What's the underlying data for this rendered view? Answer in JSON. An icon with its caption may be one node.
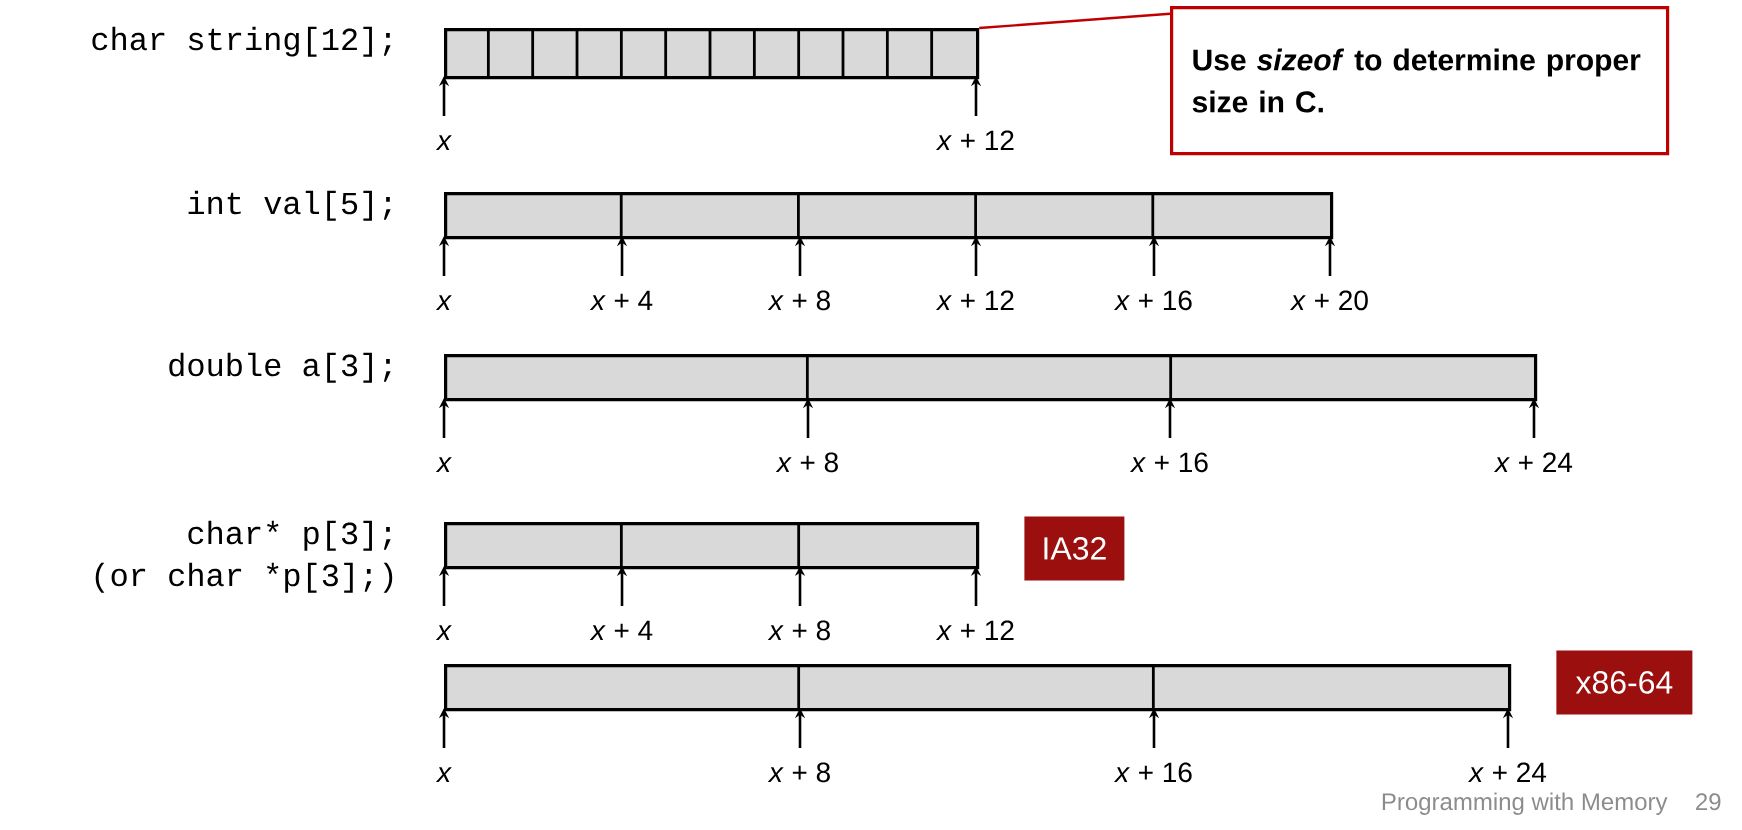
{
  "diagram": {
    "nodes": [
      {
        "text": [],
        "shape": "bar",
        "beside": [
          "char string[12];"
        ]
      },
      {
        "text": [
          "Use *sizeof* to determine proper size in C."
        ]
      },
      {
        "text": [],
        "shape": "bar",
        "beside": [
          "int val[5];"
        ]
      },
      {
        "text": [],
        "shape": "bar",
        "beside": [
          "double a[3];"
        ]
      },
      {
        "text": [],
        "shape": "bar",
        "beside": [
          "char* p[3];",
          "(or char *p[3];)"
        ]
      },
      {
        "text": [
          "IA32"
        ]
      },
      {
        "text": [],
        "shape": "bar"
      },
      {
        "text": [
          "x86-64"
        ]
      }
    ],
    "edges": [
      {
        "from": 1,
        "to": 0,
        "arrow": "none",
        "color": "#c00000"
      }
    ],
    "labels": [
      "x",
      "*x* + 12",
      "x",
      "*x* + 4",
      "*x* + 8",
      "*x* + 12",
      "*x* + 16",
      "*x* + 20",
      "x",
      "*x* + 8",
      "*x* + 16",
      "*x* + 24",
      "x",
      "*x* + 4",
      "*x* + 8",
      "*x* + 12",
      "x",
      "*x* + 8",
      "*x* + 16",
      "*x* + 24",
      "Programming with Memory",
      "29"
    ]
  }
}
